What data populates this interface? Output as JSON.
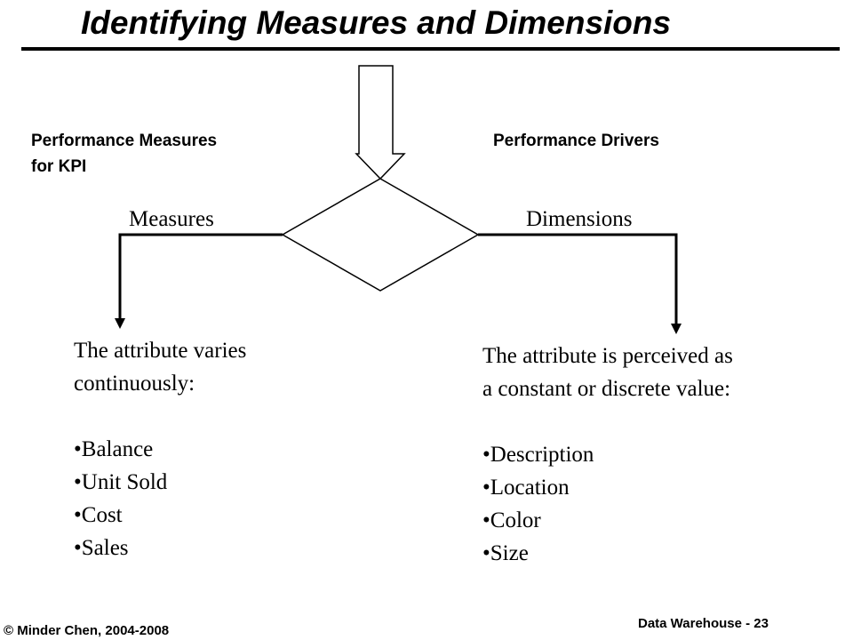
{
  "slide": {
    "title": "Identifying Measures and Dimensions",
    "footer_copyright": "© Minder Chen, 2004-2008",
    "footer_page": "Data Warehouse - 23"
  },
  "diagram": {
    "left_header": {
      "line1": "Performance Measures",
      "line2": "for KPI"
    },
    "right_header": "Performance Drivers",
    "left_branch_label": "Measures",
    "right_branch_label": "Dimensions",
    "left_description": {
      "line1": "The attribute varies",
      "line2": "continuously:",
      "bullet_char": "•",
      "items": [
        "Balance",
        "Unit Sold",
        "Cost",
        "Sales"
      ]
    },
    "right_description": {
      "line1": "The attribute is perceived as",
      "line2": "a constant or discrete value:",
      "bullet_char": "•",
      "items": [
        "Description",
        "Location",
        "Color",
        "Size"
      ]
    }
  },
  "colors": {
    "text": "#000000",
    "background": "#ffffff",
    "shape_stroke": "#000000"
  }
}
